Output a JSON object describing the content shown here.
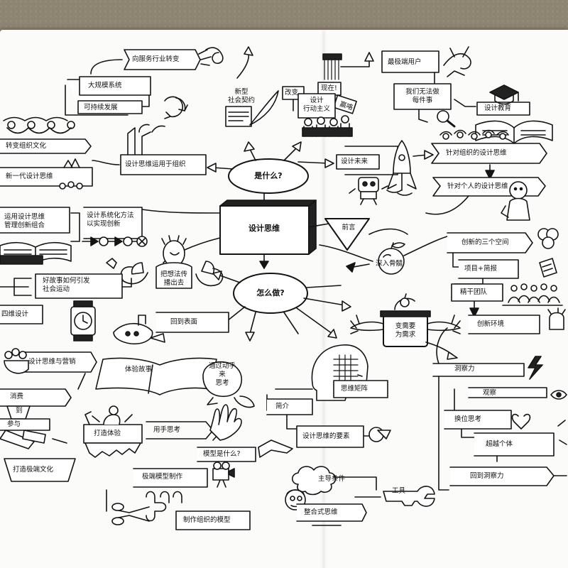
{
  "center": {
    "title": "设计思维"
  },
  "hubs": {
    "what": "是什么?",
    "how": "怎么做?",
    "preface": "前言",
    "deep": "深入骨髓"
  },
  "what_branch": {
    "service_shift": "向服务行业转变",
    "large_system": "大规模系统",
    "sustainable": "可持续发展",
    "new_contract": "新型\n社会契约",
    "change": "改变",
    "now": "现在!",
    "action": "设计\n行动主义",
    "win": "赢咯",
    "extreme_user": "最极端用户",
    "cant_do": "我们无法做\n每件事",
    "education": "设计教育",
    "future": "设计未来",
    "org_design_thinking": "针对组织的设计思维",
    "personal_design_thinking": "针对个人的设计思维",
    "apply_to_org": "设计思维运用于组织",
    "culture_shift": "转变组织文化",
    "new_gen": "新一代设计思维",
    "apply_innovation": "运用设计思维\n管理创新组合",
    "systematic": "设计系统化方法\n以实现创新",
    "spread_idea": "把想法传\n播出去",
    "story_movement": "好故事如何引发\n社会运动"
  },
  "how_branch": {
    "four_dim": "四维设计",
    "back_to_surface": "回到表面",
    "marketing": "设计思维与营销",
    "story_experience": "体验故事",
    "think_by_hands": "通过动手\n来\n思考",
    "consume": "消费",
    "to": "到",
    "participate": "参与",
    "build_experience": "打造体验",
    "build_prototype_culture": "打造极端文化",
    "hands_thinking": "用手思考",
    "what_is_model": "模型是什么?",
    "prototyping": "极端模型制作",
    "org_models": "制作组织的模型",
    "matrix": "思维矩阵",
    "intro": "简介",
    "elements": "设计思维的要素",
    "main_conditions": "主导条件",
    "tools": "工具",
    "integrative": "整合式思维"
  },
  "deep_branch": {
    "three_spaces": "创新的三个空间",
    "project_brief": "项目+简报",
    "lean_team": "精干团队",
    "environment": "创新环境",
    "needs": "变需要\n为需求",
    "insight": "洞察力",
    "observe": "观察",
    "empathy": "换位思考",
    "beyond_individual": "超越个体",
    "back_insight": "回到洞察力"
  },
  "colors": {
    "ink": "#141414",
    "paper": "#fbfbfa",
    "table": "#8e8472",
    "shade": "#222222"
  }
}
